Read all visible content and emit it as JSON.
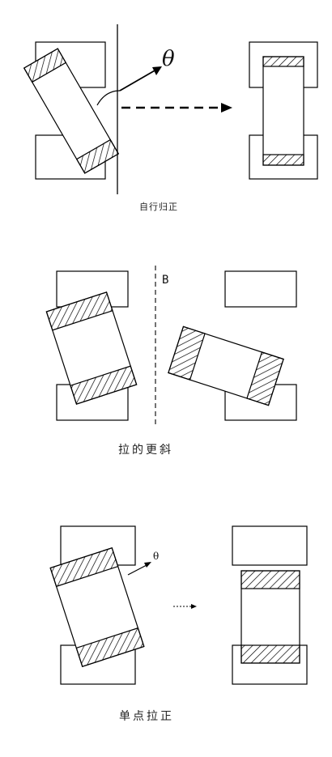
{
  "figure1": {
    "caption": "自行归正",
    "angle_label": "θ"
  },
  "figure2": {
    "caption": "拉的更斜",
    "line_label": "B"
  },
  "figure3": {
    "caption": "单点拉正",
    "angle_label": "θ"
  }
}
